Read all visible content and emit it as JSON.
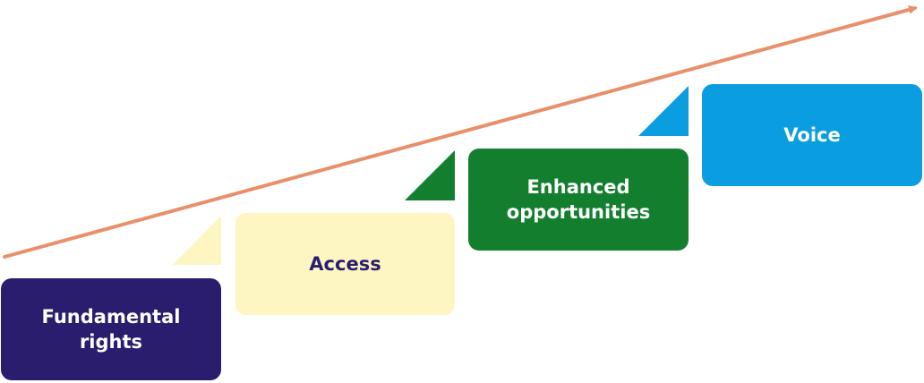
{
  "colors": {
    "arrow": "#e8906a"
  },
  "steps": [
    {
      "label": "Fundamental\nrights",
      "fill": "#2b1d6e",
      "text_color": "#ffffff"
    },
    {
      "label": "Access",
      "fill": "#fdf6c2",
      "text_color": "#2b1d6e"
    },
    {
      "label": "Enhanced\nopportunities",
      "fill": "#137f2e",
      "text_color": "#ffffff"
    },
    {
      "label": "Voice",
      "fill": "#0a9de0",
      "text_color": "#ffffff"
    }
  ]
}
